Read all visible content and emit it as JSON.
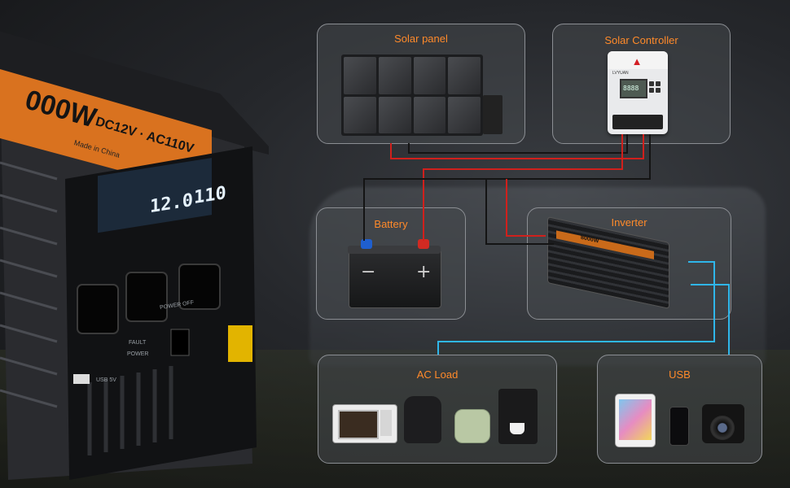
{
  "panels": {
    "solar_panel": "Solar panel",
    "solar_controller": "Solar Controller",
    "battery": "Battery",
    "inverter": "Inverter",
    "ac_load": "AC Load",
    "usb": "USB"
  },
  "product": {
    "model_text": "000W",
    "voltage_text": "DC12V · AC110V",
    "made_in": "Made in China",
    "display_dc": "12.0",
    "display_ac": "110",
    "switch_label": "POWER OFF",
    "fault_label": "FAULT",
    "power_label": "POWER",
    "usb_label": "USB 5V",
    "controller_brand": "LVYUAN",
    "controller_screen": "8888",
    "inverter_mini_model": "8000W"
  },
  "battery_signs": {
    "negative": "−",
    "positive": "+"
  },
  "wire_colors": {
    "negative": "#141414",
    "positive": "#d0201c",
    "output": "#2fb6ea"
  },
  "icons": [
    "microwave-icon",
    "air-fryer-icon",
    "toaster-icon",
    "coffee-machine-icon",
    "tablet-icon",
    "smartphone-icon",
    "camera-icon"
  ]
}
